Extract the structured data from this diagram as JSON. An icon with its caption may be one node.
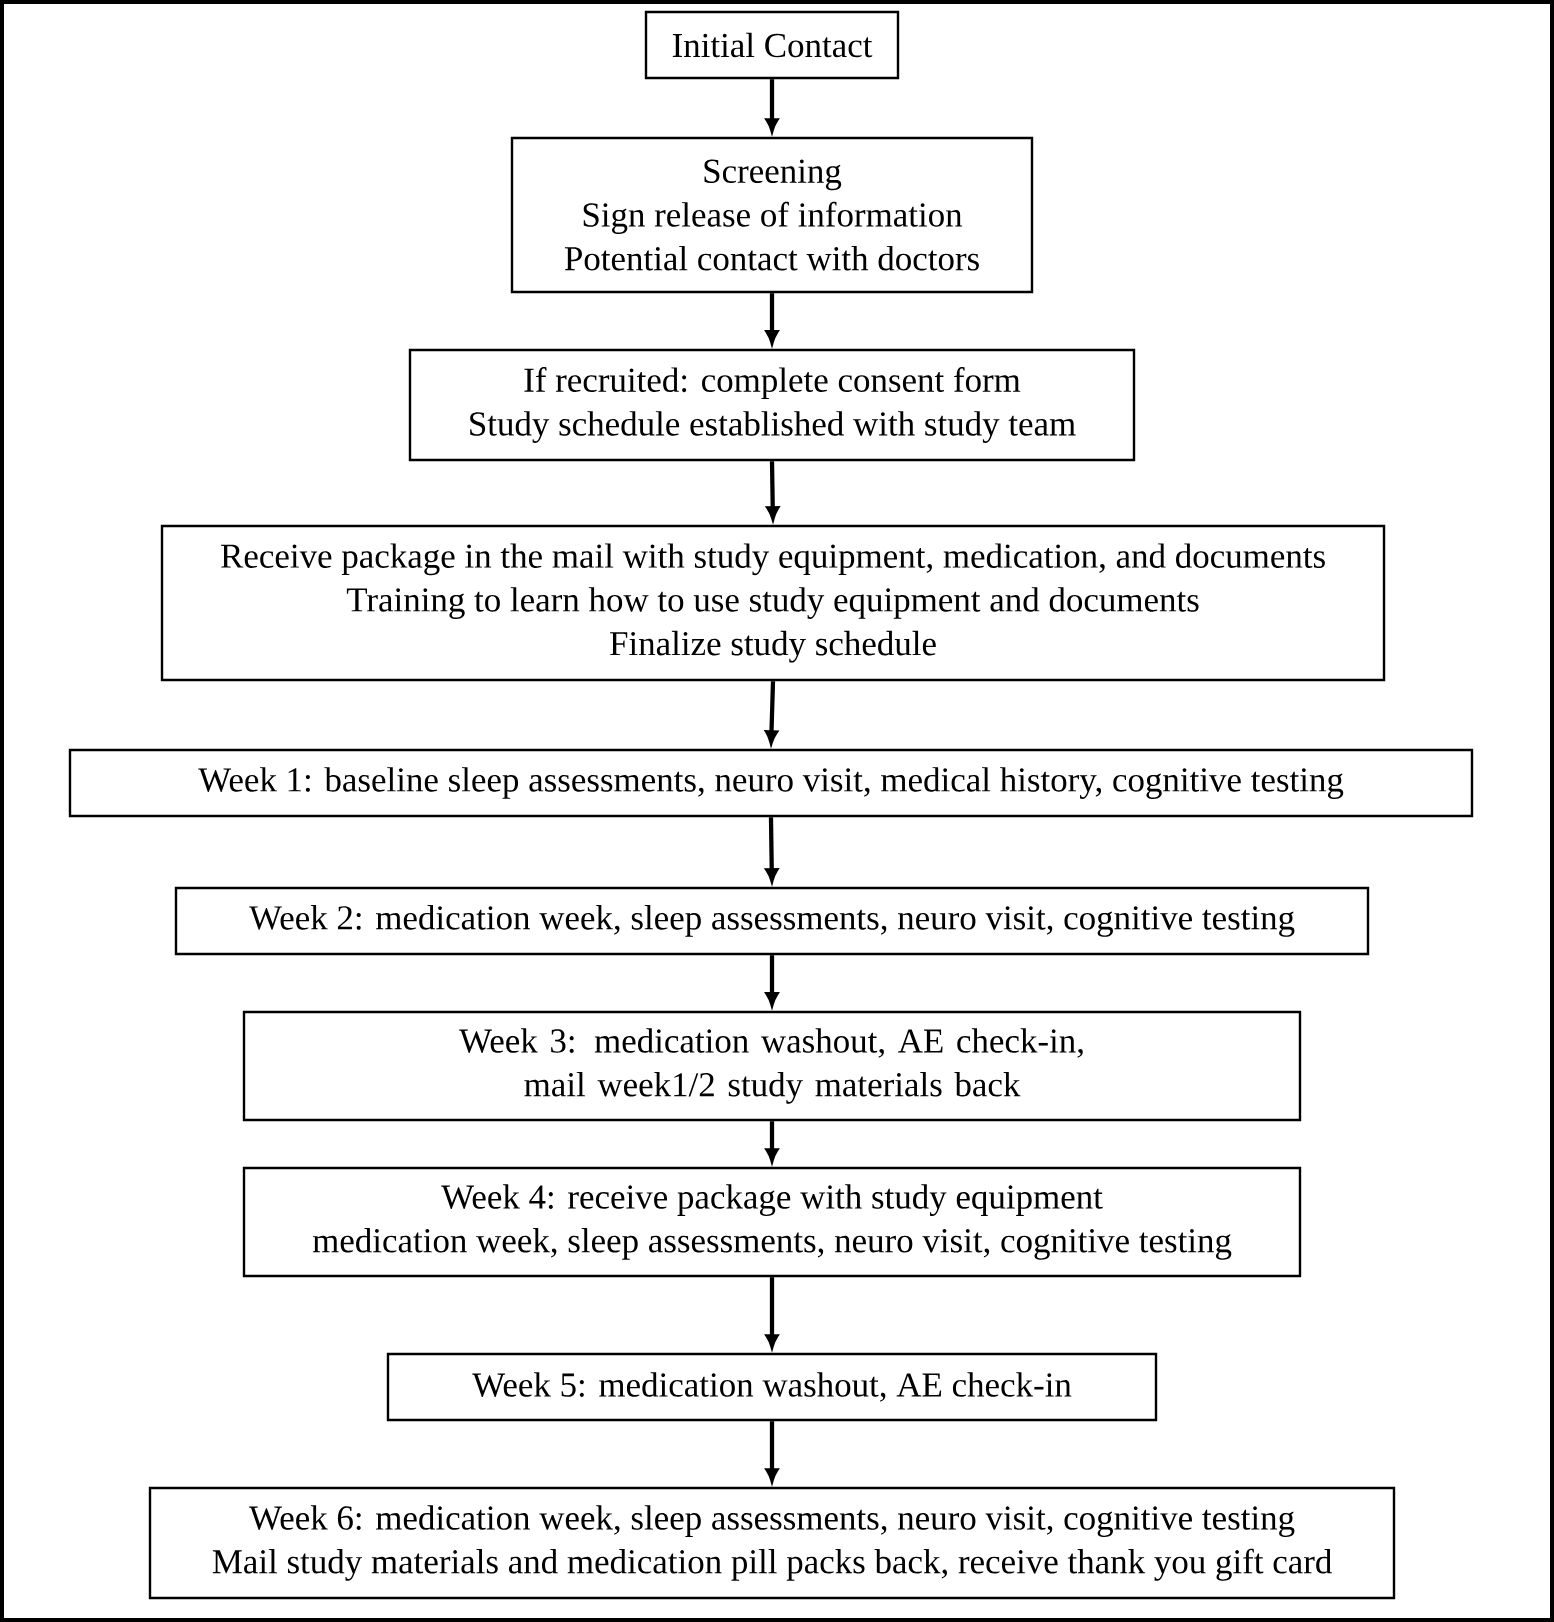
{
  "diagram": {
    "nodes": [
      {
        "text": [
          "Initial Contact"
        ]
      },
      {
        "text": [
          "Screening",
          "Sign release of information",
          "Potential contact with doctors"
        ]
      },
      {
        "text": [
          "If recruited: complete consent form",
          "Study schedule established with study team"
        ]
      },
      {
        "text": [
          "Receive package in the mail with study equipment, medication, and documents",
          "Training to learn how to use study equipment and documents",
          "Finalize study schedule"
        ]
      },
      {
        "text": [
          "Week 1: baseline sleep assessments, neuro visit, medical history, cognitive testing"
        ]
      },
      {
        "text": [
          "Week 2: medication week, sleep assessments, neuro visit, cognitive testing"
        ]
      },
      {
        "text": [
          "Week 3: medication washout, AE check-in, mail week1/2 study materials back"
        ]
      },
      {
        "text": [
          "Week 4: receive package with study equipment",
          "medication week, sleep assessments, neuro visit, cognitive testing"
        ]
      },
      {
        "text": [
          "Week 5: medication washout, AE check-in"
        ]
      },
      {
        "text": [
          "Week 6: medication week, sleep assessments, neuro visit, cognitive testing",
          "Mail study materials and medication pill packs back, receive thank you gift card"
        ]
      }
    ],
    "edges": [
      {
        "from": 0,
        "to": 1,
        "arrow": "to"
      },
      {
        "from": 1,
        "to": 2,
        "arrow": "to"
      },
      {
        "from": 2,
        "to": 3,
        "arrow": "to"
      },
      {
        "from": 3,
        "to": 4,
        "arrow": "to"
      },
      {
        "from": 4,
        "to": 5,
        "arrow": "to"
      },
      {
        "from": 5,
        "to": 6,
        "arrow": "to"
      },
      {
        "from": 6,
        "to": 7,
        "arrow": "to"
      },
      {
        "from": 7,
        "to": 8,
        "arrow": "to"
      },
      {
        "from": 8,
        "to": 9,
        "arrow": "to"
      }
    ]
  }
}
